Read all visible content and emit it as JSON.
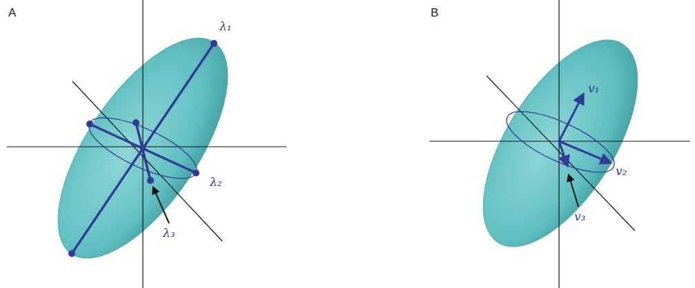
{
  "diagram": {
    "labels": [
      "A",
      "λ₁",
      "λ₂",
      "λ₃",
      "B",
      "v₁",
      "v₂",
      "v₃"
    ]
  }
}
